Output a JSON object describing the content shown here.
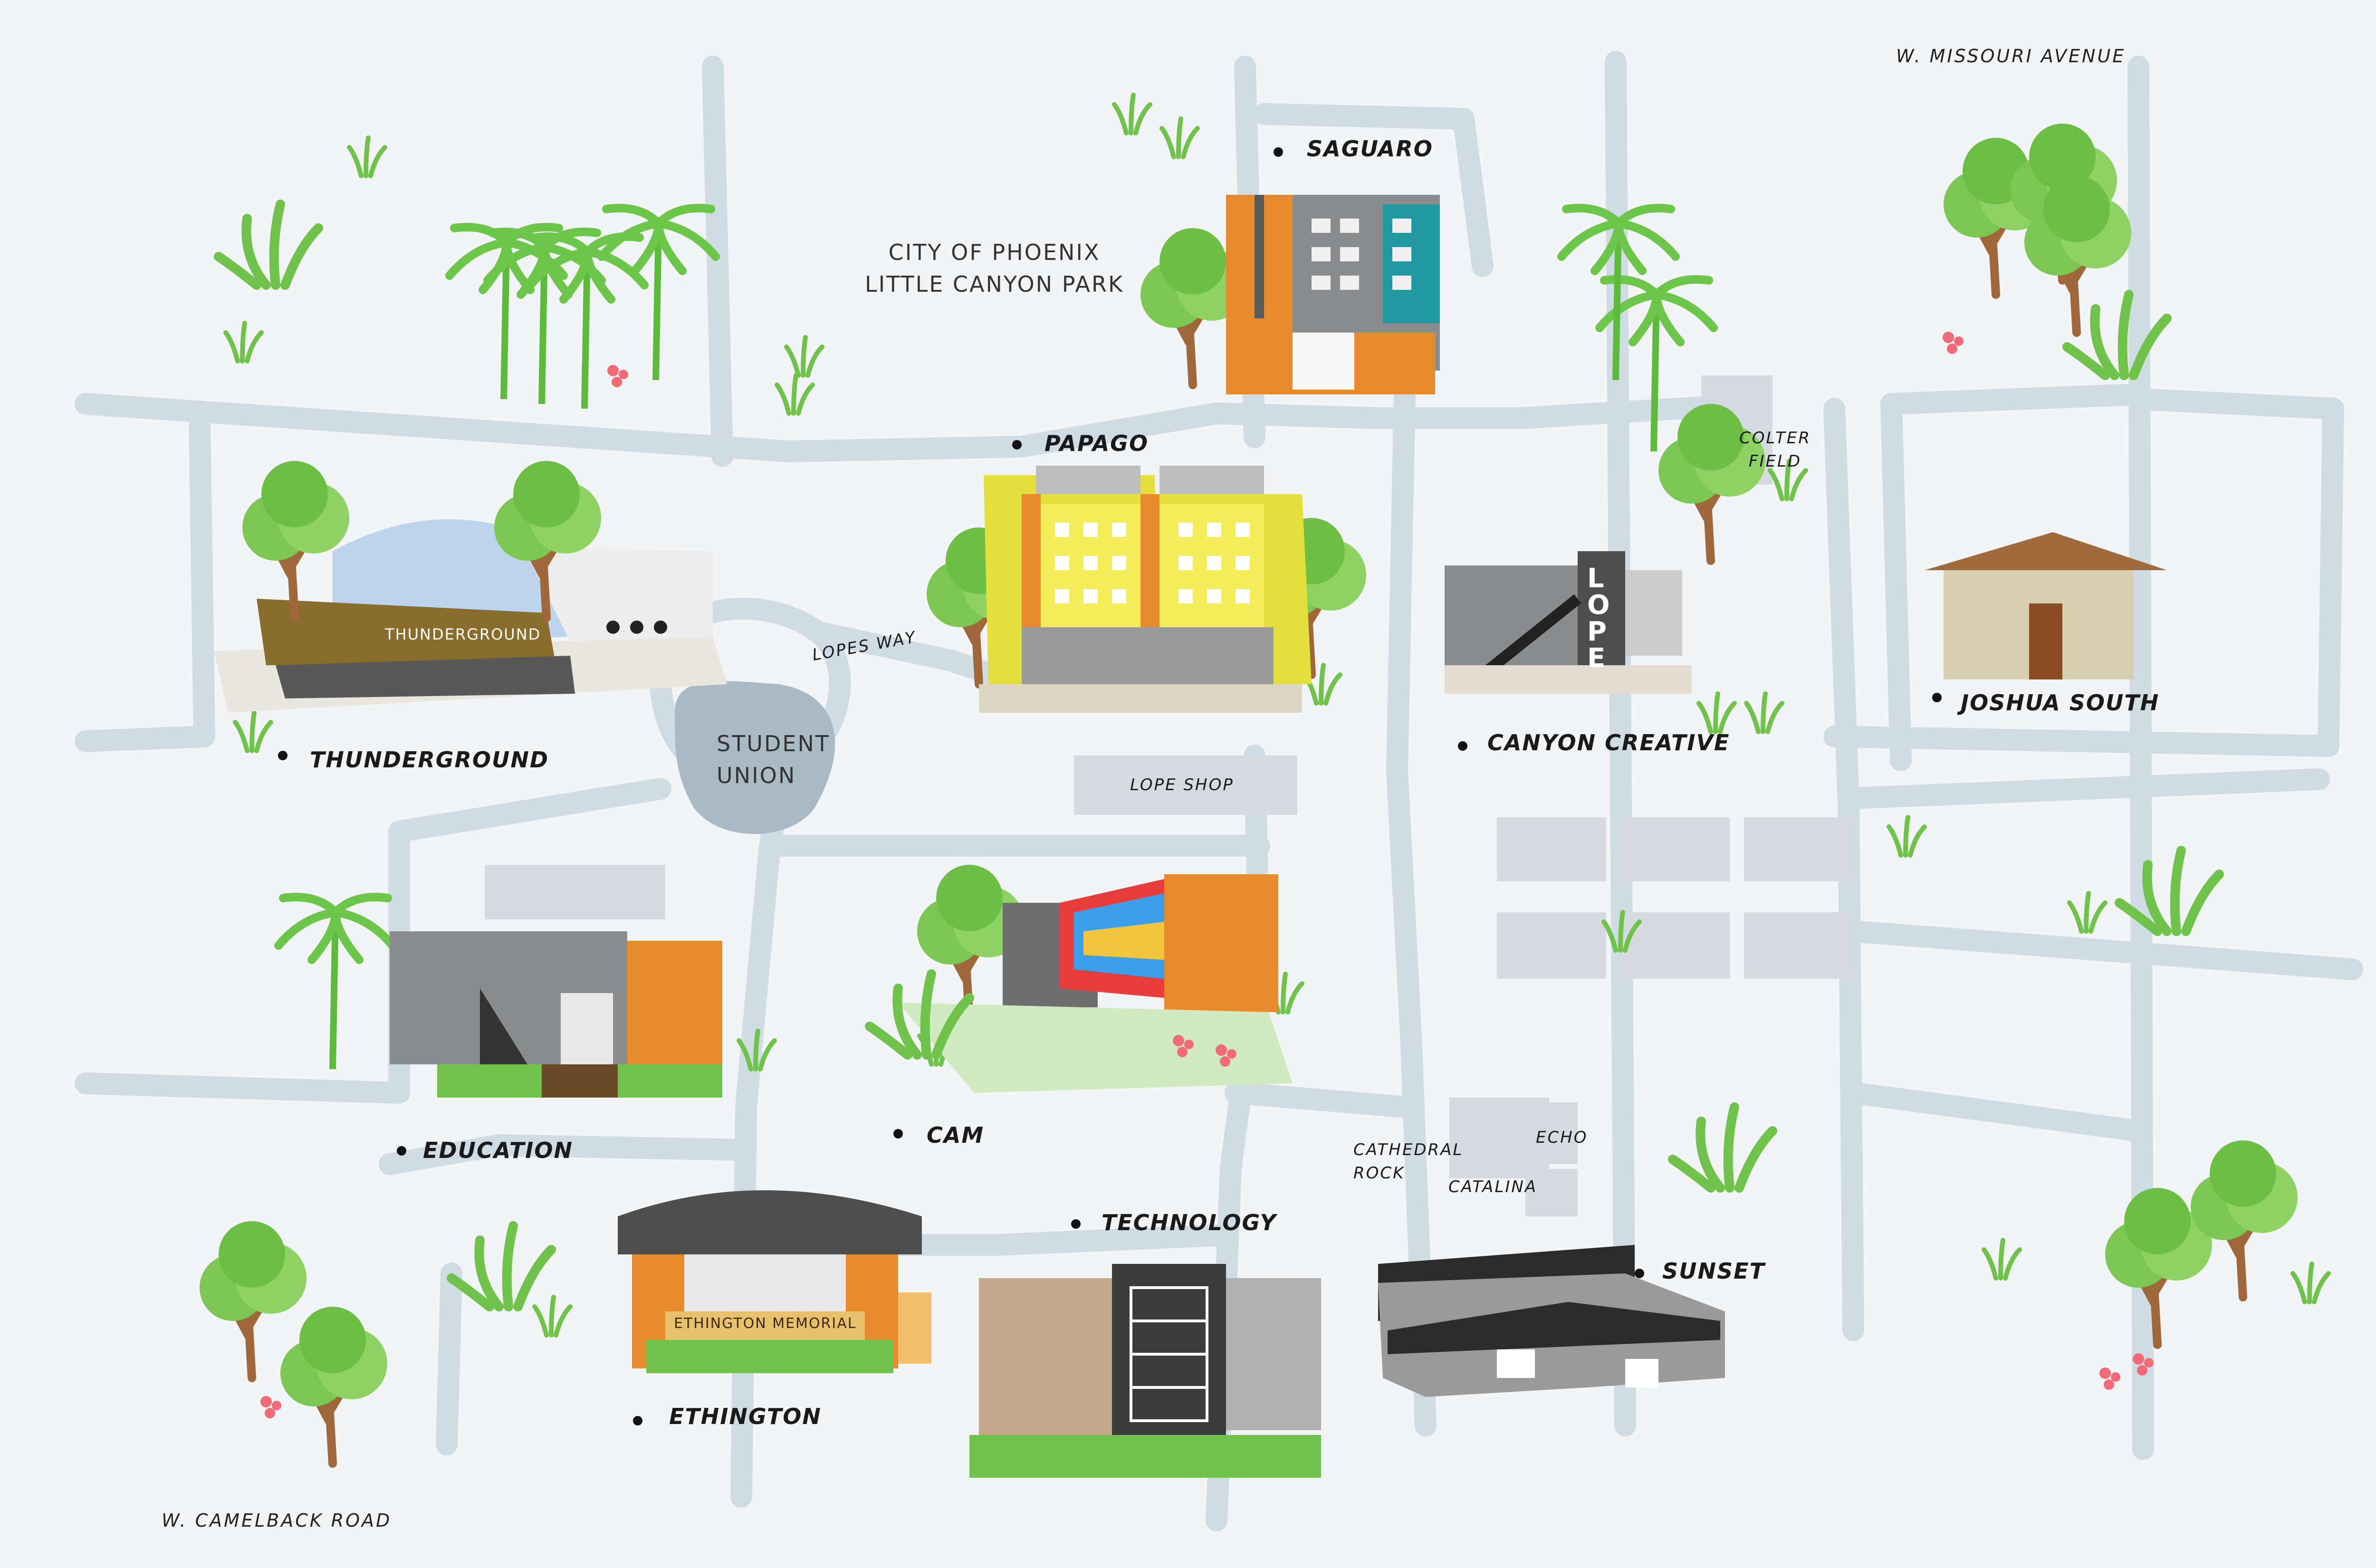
{
  "colors": {
    "background": "#f3f4f6",
    "road": "#cfdce4",
    "plaza": "#a9bac4",
    "parking": "#d7dbdf",
    "grass": "#6fc24a",
    "tree": "#7cc653",
    "trunk": "#a0673a",
    "flower": "#f06b77",
    "orange": "#e8892b",
    "yellow": "#e3df3b",
    "teal": "#1f9aa3",
    "gray": "#8a8c8e"
  },
  "roads": {
    "missouri": "W. Missouri Avenue",
    "camelback": "W. Camelback Road"
  },
  "areas": {
    "park": "City of Phoenix\nLittle Canyon Park",
    "student_union": "Student\nUnion",
    "colter_field": "Colter\nField"
  },
  "streets": {
    "lopes_way": "Lopes Way",
    "lope_shop": "Lope Shop"
  },
  "buildings": {
    "saguaro": "Saguaro",
    "papago": "Papago",
    "thunderground": "Thunderground",
    "canyon_creative": "Canyon Creative",
    "joshua_south": "Joshua South",
    "education": "Education",
    "cam": "Cam",
    "technology": "Technology",
    "ethington": "Ethington",
    "sunset": "Sunset"
  },
  "small_buildings": {
    "cathedral_rock": "Cathedral\nRock",
    "catalina": "Catalina",
    "echo": "Echo"
  },
  "signs": {
    "thunderground": "Thunderground",
    "ethington": "Ethington Memorial",
    "lope": "LOPE"
  }
}
